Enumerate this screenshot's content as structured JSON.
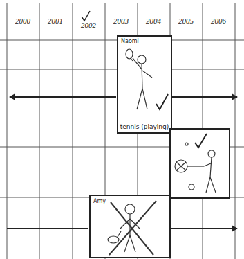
{
  "diagram": {
    "nodes": [
      {
        "text": [
          "Naomi",
          "tennis (playing)"
        ]
      },
      {
        "text": [
          "Amy"
        ]
      }
    ],
    "labels": [
      "2000",
      "2001",
      "2002",
      "2003",
      "2004",
      "2005",
      "2006"
    ]
  }
}
